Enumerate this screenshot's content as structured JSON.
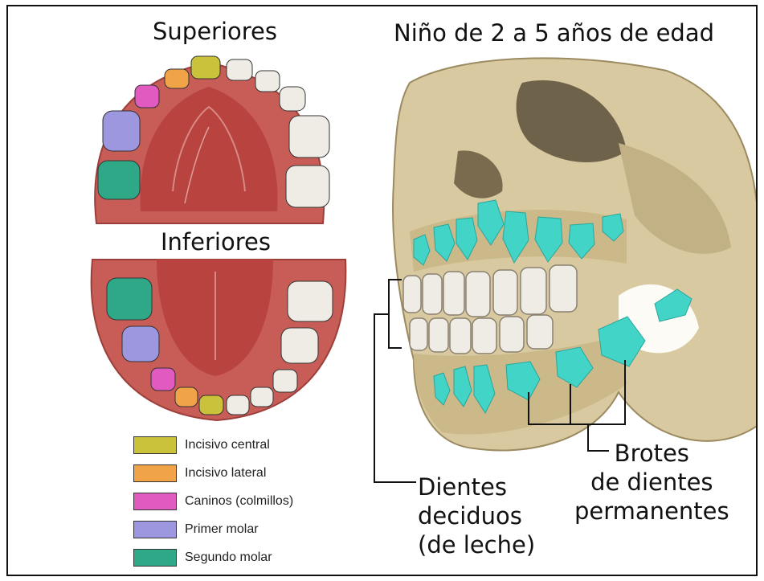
{
  "titles": {
    "upper": "Superiores",
    "child": "Niño de 2 a 5 años de edad",
    "lower": "Inferiores"
  },
  "legend": [
    {
      "label": "Incisivo central",
      "color": "#c9c23a"
    },
    {
      "label": "Incisivo lateral",
      "color": "#f0a347"
    },
    {
      "label": "Caninos (colmillos)",
      "color": "#e05ac0"
    },
    {
      "label": "Primer molar",
      "color": "#9d97e0"
    },
    {
      "label": "Segundo molar",
      "color": "#2fa888"
    }
  ],
  "callouts": {
    "deciduous_line1": "Dientes",
    "deciduous_line2": "deciduos",
    "deciduous_line3": "(de leche)",
    "buds_line1": "Brotes",
    "buds_line2": "de dientes",
    "buds_line3": "permanentes"
  },
  "colors": {
    "gum": "#c85d57",
    "palate": "#b8433f",
    "bone": "#d9c9a0",
    "tooth": "#efece6",
    "bud": "#43d4c8"
  }
}
